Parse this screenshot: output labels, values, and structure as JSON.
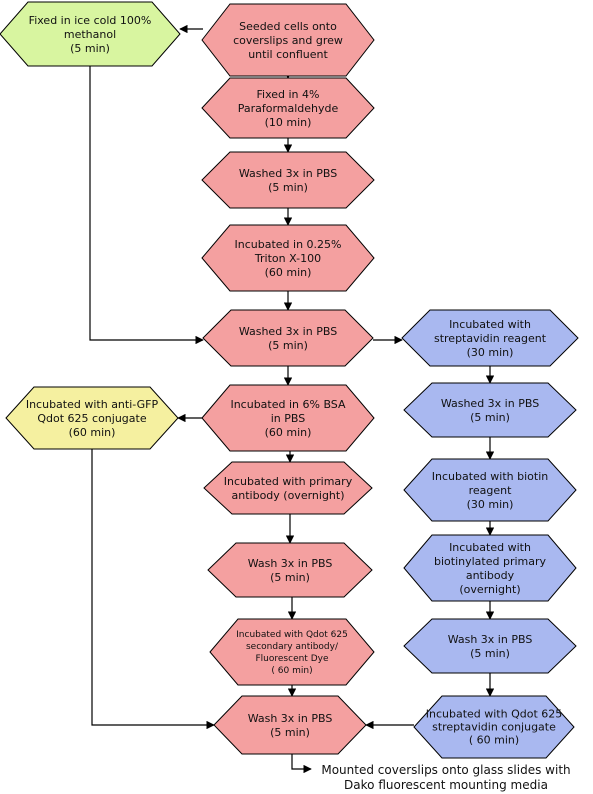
{
  "colors": {
    "pink": "#f4a0a0",
    "blue": "#a9b8f0",
    "green": "#d8f5a0",
    "yellow": "#f5f0a0",
    "stroke": "#000000"
  },
  "nodes": {
    "seed": {
      "color": "pink",
      "lines": [
        "Seeded cells onto",
        "coverslips and grew",
        "until confluent"
      ]
    },
    "methanol": {
      "color": "green",
      "lines": [
        "Fixed in ice cold 100%",
        "methanol",
        "(5 min)"
      ]
    },
    "para": {
      "color": "pink",
      "lines": [
        "Fixed in 4%",
        "Paraformaldehyde",
        "(10 min)"
      ]
    },
    "wash1": {
      "color": "pink",
      "lines": [
        "Washed 3x in PBS",
        "(5 min)"
      ]
    },
    "triton": {
      "color": "pink",
      "lines": [
        "Incubated in 0.25%",
        "Triton X-100",
        "(60 min)"
      ]
    },
    "wash2": {
      "color": "pink",
      "lines": [
        "Washed 3x in PBS",
        "(5 min)"
      ]
    },
    "strep": {
      "color": "blue",
      "lines": [
        "Incubated with",
        "streptavidin reagent",
        "(30 min)"
      ]
    },
    "bsa": {
      "color": "pink",
      "lines": [
        "Incubated in 6% BSA",
        "in PBS",
        "(60 min)"
      ]
    },
    "antigfp": {
      "color": "yellow",
      "lines": [
        "Incubated with anti-GFP",
        "Qdot 625 conjugate",
        "(60 min)"
      ]
    },
    "bwash1": {
      "color": "blue",
      "lines": [
        "Washed 3x in PBS",
        "(5 min)"
      ]
    },
    "primary": {
      "color": "pink",
      "lines": [
        "Incubated with primary",
        "antibody (overnight)"
      ]
    },
    "biotin": {
      "color": "blue",
      "lines": [
        "Incubated with biotin",
        "reagent",
        "(30 min)"
      ]
    },
    "pwash": {
      "color": "pink",
      "lines": [
        "Wash 3x in PBS",
        "(5 min)"
      ]
    },
    "biotprim": {
      "color": "blue",
      "lines": [
        "Incubated with",
        "biotinylated primary",
        "antibody",
        "(overnight)"
      ]
    },
    "secondary": {
      "color": "pink",
      "lines": [
        "Incubated with Qdot 625",
        "secondary antibody/",
        "Fluorescent Dye",
        "( 60 min)"
      ]
    },
    "bwash2": {
      "color": "blue",
      "lines": [
        "Wash 3x in PBS",
        "(5 min)"
      ]
    },
    "final_wash": {
      "color": "pink",
      "lines": [
        "Wash 3x in PBS",
        "(5 min)"
      ]
    },
    "strepconj": {
      "color": "blue",
      "lines": [
        "Incubated with Qdot 625",
        "streptavidin conjugate",
        "( 60 min)"
      ]
    }
  },
  "final_step": {
    "lines": [
      "Mounted coverslips onto glass slides with",
      "Dako fluorescent mounting media"
    ]
  }
}
